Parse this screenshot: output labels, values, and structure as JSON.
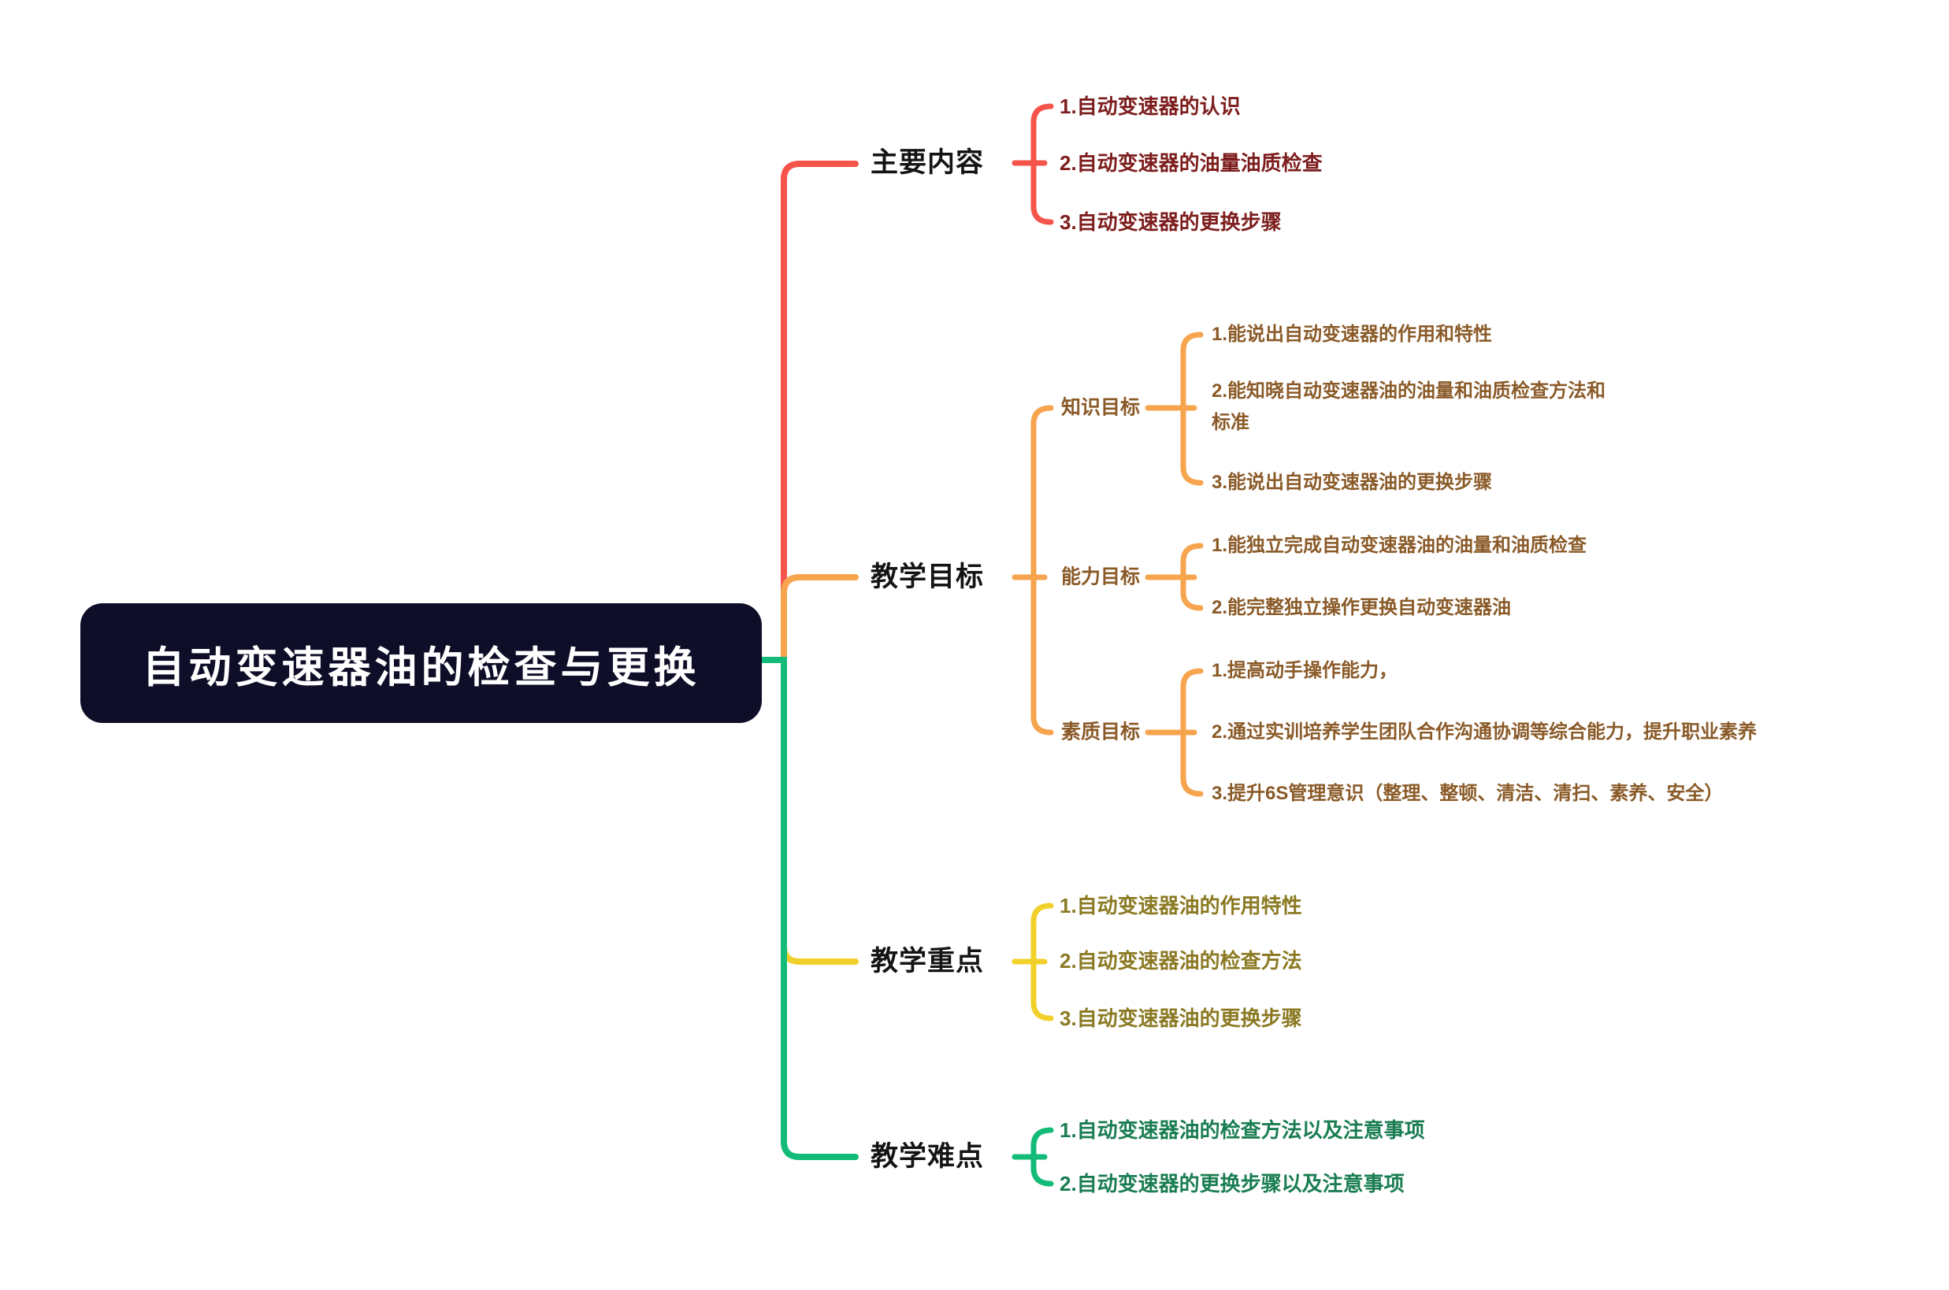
{
  "root": {
    "title": "自动变速器油的检查与更换",
    "bg_color": "#0e0e28",
    "text_color": "#ffffff"
  },
  "palette": {
    "background": "#ffffff",
    "main_label_color": "#141414"
  },
  "branches": [
    {
      "label": "主要内容",
      "line_color": "#f5544a",
      "text_color": "#7d1d1d",
      "children": [
        {
          "text": "1.自动变速器的认识"
        },
        {
          "text": "2.自动变速器的油量油质检查"
        },
        {
          "text": "3.自动变速器的更换步骤"
        }
      ]
    },
    {
      "label": "教学目标",
      "line_color": "#f7a44e",
      "text_color": "#8a5a28",
      "children": [
        {
          "label": "知识目标",
          "children": [
            {
              "text": "1.能说出自动变速器的作用和特性"
            },
            {
              "text": "2.能知晓自动变速器油的油量和油质检查方法和标准"
            },
            {
              "text": "3.能说出自动变速器油的更换步骤"
            }
          ]
        },
        {
          "label": "能力目标",
          "children": [
            {
              "text": "1.能独立完成自动变速器油的油量和油质检查"
            },
            {
              "text": "2.能完整独立操作更换自动变速器油"
            }
          ]
        },
        {
          "label": "素质目标",
          "children": [
            {
              "text": "1.提高动手操作能力，"
            },
            {
              "text": "2.通过实训培养学生团队合作沟通协调等综合能力，提升职业素养"
            },
            {
              "text": "3.提升6S管理意识（整理、整顿、清洁、清扫、素养、安全）"
            }
          ]
        }
      ]
    },
    {
      "label": "教学重点",
      "line_color": "#f2d02c",
      "text_color": "#8b7a23",
      "children": [
        {
          "text": "1.自动变速器油的作用特性"
        },
        {
          "text": "2.自动变速器油的检查方法"
        },
        {
          "text": "3.自动变速器油的更换步骤"
        }
      ]
    },
    {
      "label": "教学难点",
      "line_color": "#13bb78",
      "text_color": "#1a7d52",
      "children": [
        {
          "text": "1.自动变速器油的检查方法以及注意事项"
        },
        {
          "text": "2.自动变速器的更换步骤以及注意事项"
        }
      ]
    }
  ]
}
